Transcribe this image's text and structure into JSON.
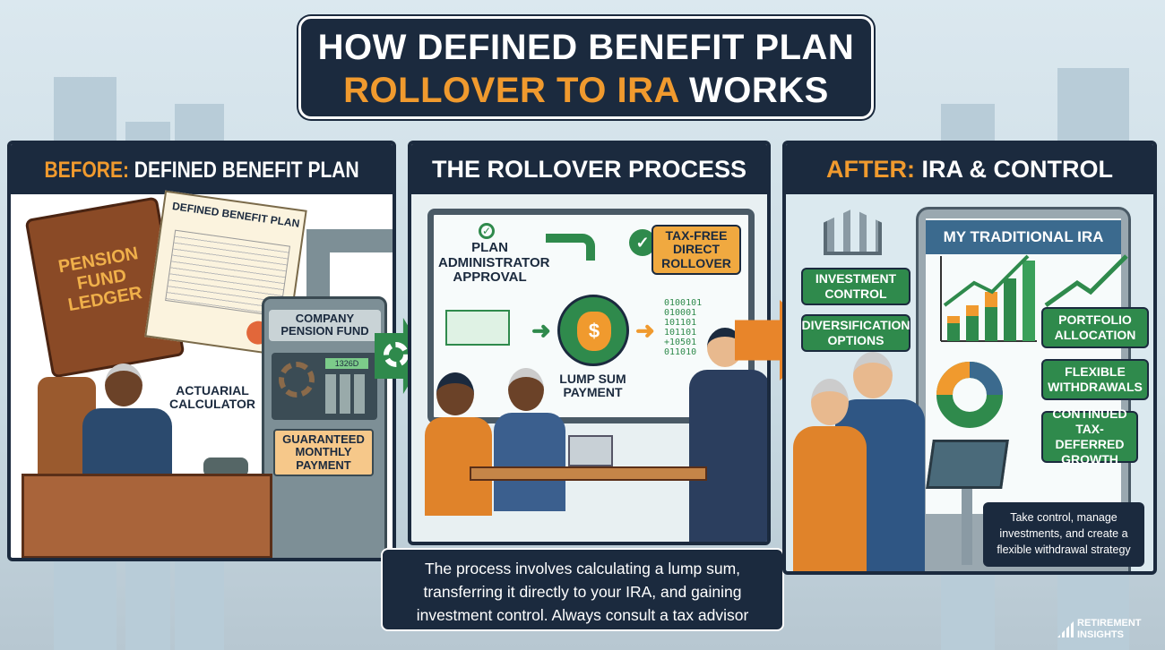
{
  "title": {
    "line1": "HOW DEFINED BENEFIT PLAN",
    "line2_highlight": "ROLLOVER TO IRA",
    "line2_rest": "WORKS"
  },
  "panels": {
    "before": {
      "header_highlight": "BEFORE:",
      "header_rest": "DEFINED BENEFIT PLAN",
      "ledger": "PENSION FUND LEDGER",
      "document": "DEFINED BENEFIT PLAN",
      "machine": "COMPANY PENSION FUND",
      "display": "1326D",
      "actuarial": "ACTUARIAL CALCULATOR",
      "guaranteed": "GUARANTEED MONTHLY PAYMENT"
    },
    "process": {
      "header": "THE ROLLOVER PROCESS",
      "approval": "PLAN ADMINISTRATOR APPROVAL",
      "tax_free": "TAX-FREE DIRECT ROLLOVER",
      "lump_sum": "LUMP SUM PAYMENT",
      "binary": [
        "0100101",
        "010001",
        "101101",
        "101101",
        "+10501",
        "011010"
      ],
      "dollar": "$",
      "caption": "The process involves calculating a lump sum, transferring it directly to your IRA, and gaining investment control. Always consult a tax advisor"
    },
    "after": {
      "header_highlight": "AFTER:",
      "header_rest": "IRA & CONTROL",
      "screen_title": "MY TRADITIONAL IRA",
      "callouts_left": [
        "INVESTMENT CONTROL",
        "DIVERSIFICATION OPTIONS"
      ],
      "callouts_right": [
        "PORTFOLIO ALLOCATION",
        "FLEXIBLE WITHDRAWALS",
        "CONTINUED TAX-DEFERRED GROWTH"
      ],
      "note": "Take control, manage investments, and create a flexible withdrawal strategy"
    }
  },
  "logo": {
    "line1": "RETIREMENT",
    "line2": "INSIGHTS"
  },
  "colors": {
    "navy": "#1b2a3e",
    "orange": "#f09a2e",
    "green": "#2f8a4c"
  }
}
